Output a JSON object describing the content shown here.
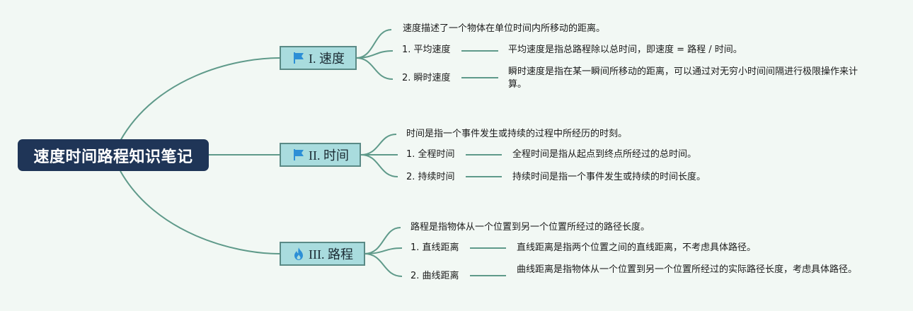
{
  "root": {
    "title": "速度时间路程知识笔记"
  },
  "colors": {
    "root_bg": "#1f3557",
    "branch_bg": "#a9dcde",
    "branch_border": "#5a8a86",
    "line": "#5f9a8a",
    "flag_icon": "#2c8fd6",
    "fire_icon": "#2c8fd6"
  },
  "branches": [
    {
      "title": "I. 速度",
      "icon": "flag-icon",
      "intro": "速度描述了一个物体在单位时间内所移动的距离。",
      "items": [
        {
          "label": "1. 平均速度",
          "desc": "平均速度是指总路程除以总时间，即速度 = 路程 / 时间。"
        },
        {
          "label": "2. 瞬时速度",
          "desc": "瞬时速度是指在某一瞬间所移动的距离，可以通过对无穷小时间间隔进行极限操作来计算。"
        }
      ]
    },
    {
      "title": "II. 时间",
      "icon": "flag-icon",
      "intro": "时间是指一个事件发生或持续的过程中所经历的时刻。",
      "items": [
        {
          "label": "1. 全程时间",
          "desc": "全程时间是指从起点到终点所经过的总时间。"
        },
        {
          "label": "2. 持续时间",
          "desc": "持续时间是指一个事件发生或持续的时间长度。"
        }
      ]
    },
    {
      "title": "III. 路程",
      "icon": "fire-icon",
      "intro": "路程是指物体从一个位置到另一个位置所经过的路径长度。",
      "items": [
        {
          "label": "1. 直线距离",
          "desc": "直线距离是指两个位置之间的直线距离，不考虑具体路径。"
        },
        {
          "label": "2. 曲线距离",
          "desc": "曲线距离是指物体从一个位置到另一个位置所经过的实际路径长度，考虑具体路径。"
        }
      ]
    }
  ]
}
